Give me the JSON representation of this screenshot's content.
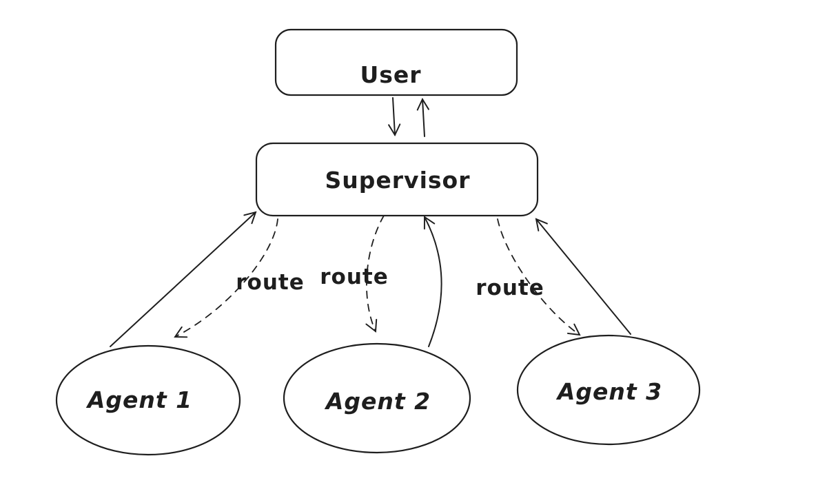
{
  "colors": {
    "ink": "#1e1e1e",
    "background": "#ffffff"
  },
  "diagram": {
    "type": "flowchart",
    "style": "hand-drawn",
    "nodes": {
      "user": {
        "label": "User",
        "shape": "rounded-rectangle"
      },
      "supervisor": {
        "label": "Supervisor",
        "shape": "rounded-rectangle"
      },
      "agent1": {
        "label": "Agent 1",
        "shape": "ellipse"
      },
      "agent2": {
        "label": "Agent 2",
        "shape": "ellipse"
      },
      "agent3": {
        "label": "Agent 3",
        "shape": "ellipse"
      }
    },
    "edges": [
      {
        "from": "User",
        "to": "Supervisor",
        "style": "solid",
        "label": ""
      },
      {
        "from": "Supervisor",
        "to": "User",
        "style": "solid",
        "label": ""
      },
      {
        "from": "Agent 1",
        "to": "Supervisor",
        "style": "solid",
        "label": ""
      },
      {
        "from": "Agent 2",
        "to": "Supervisor",
        "style": "solid",
        "label": ""
      },
      {
        "from": "Agent 3",
        "to": "Supervisor",
        "style": "solid",
        "label": ""
      },
      {
        "from": "Supervisor",
        "to": "Agent 1",
        "style": "dashed",
        "label": "route"
      },
      {
        "from": "Supervisor",
        "to": "Agent 2",
        "style": "dashed",
        "label": "route"
      },
      {
        "from": "Supervisor",
        "to": "Agent 3",
        "style": "dashed",
        "label": "route"
      }
    ]
  }
}
